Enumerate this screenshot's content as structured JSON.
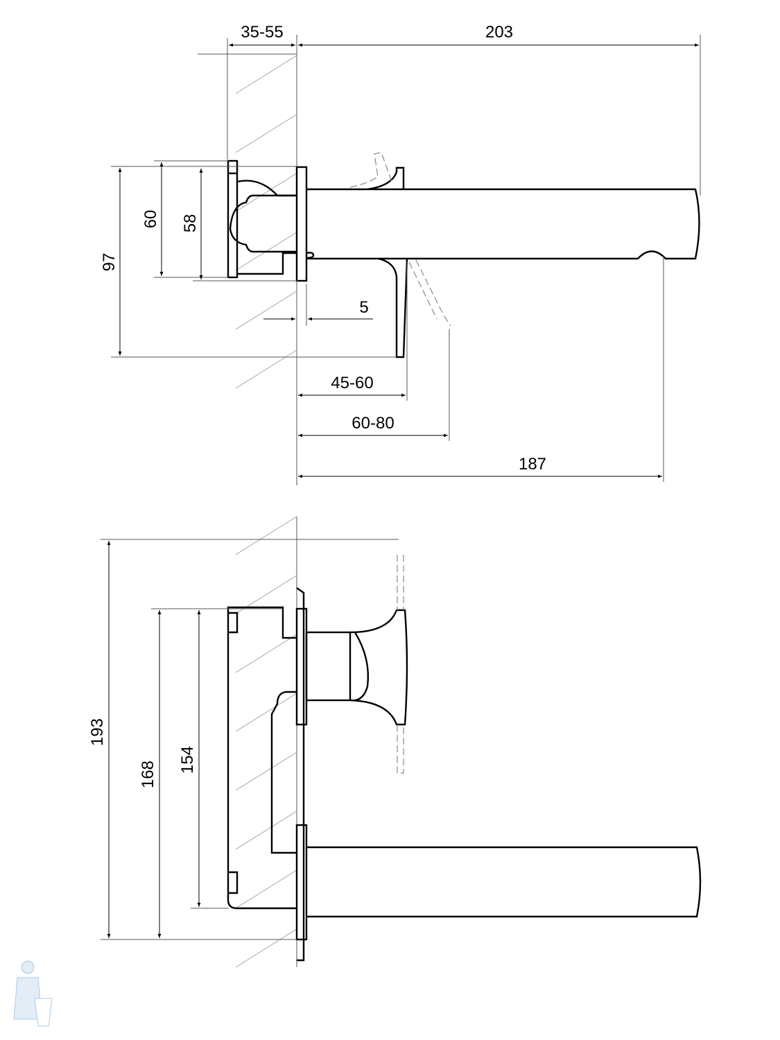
{
  "top_view": {
    "dims": {
      "wall_depth": "35-55",
      "total_length": "203",
      "plate_height": "60",
      "body_height": "58",
      "lever_height": "97",
      "plate_thickness": "5",
      "lever_offset": "45-60",
      "lever_swing": "60-80",
      "spout_reach": "187"
    }
  },
  "side_view": {
    "dims": {
      "total_height": "193",
      "plate_height": "168",
      "body_height": "154"
    }
  },
  "colors": {
    "line": "#000000",
    "hatch": "#999999",
    "logo": "#9cc3e6"
  }
}
